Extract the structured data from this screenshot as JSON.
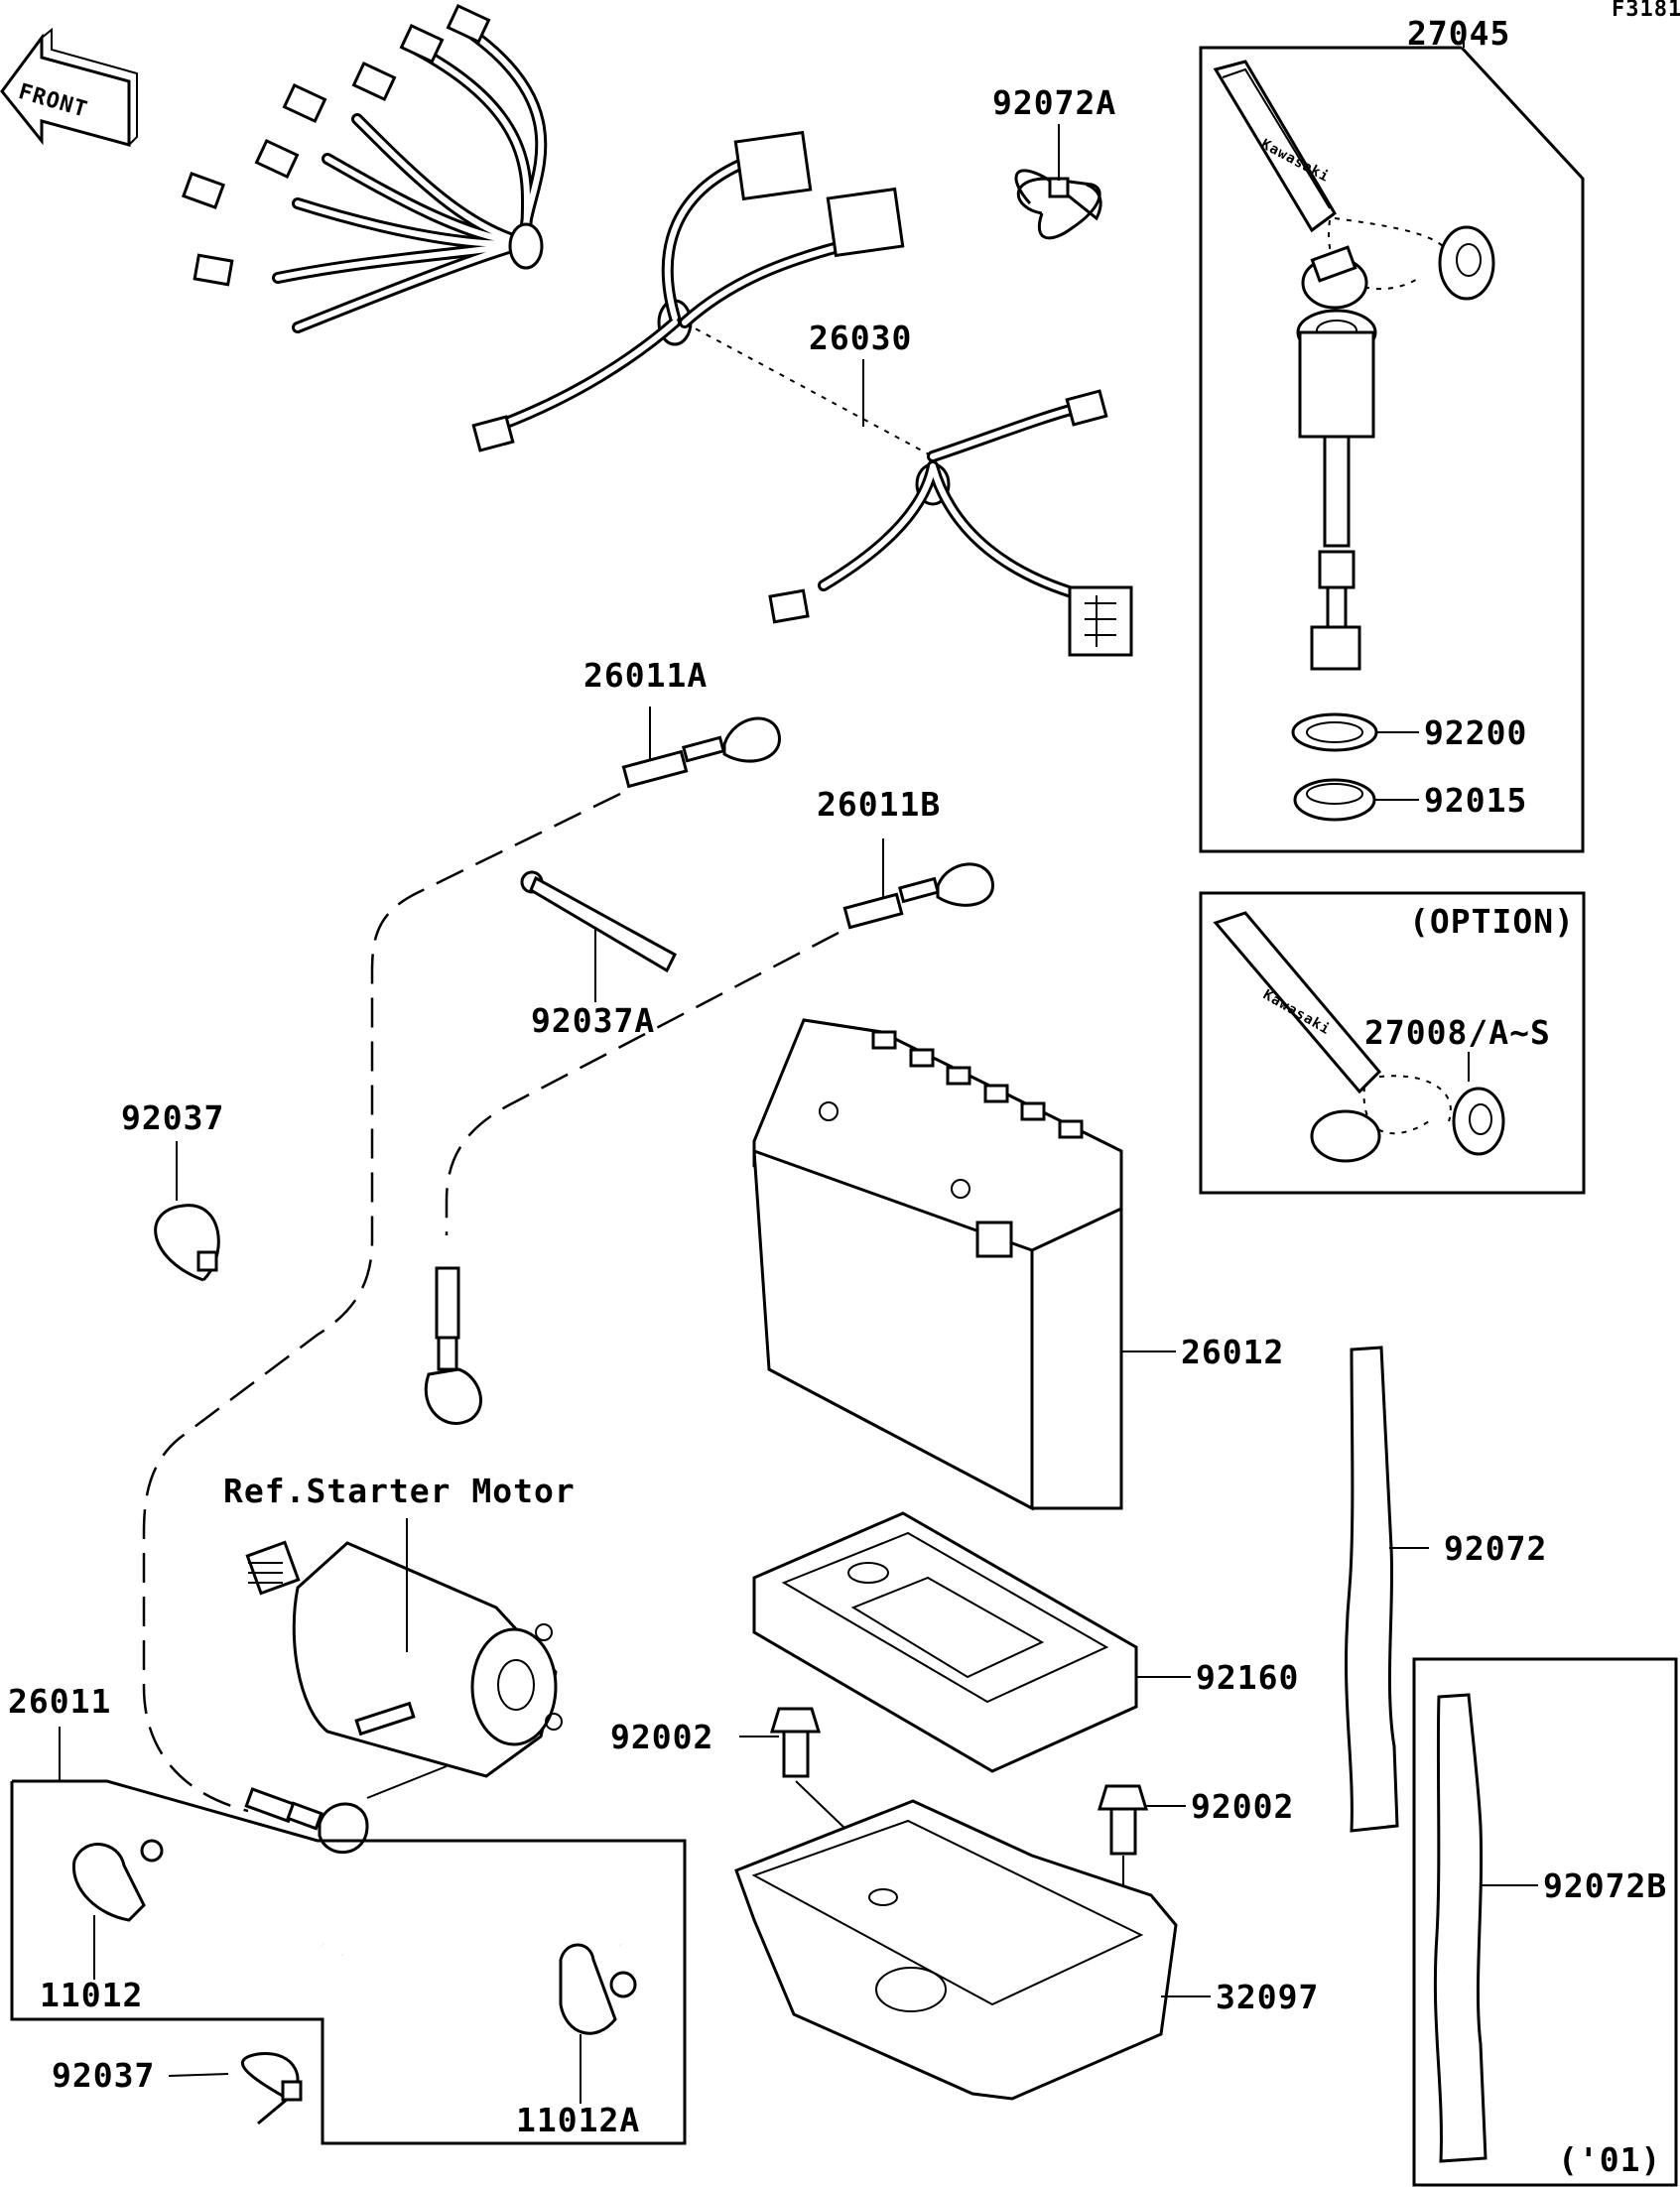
{
  "figure": {
    "ref": "F3181",
    "front_label": "FRONT",
    "note_starter": "Ref.Starter Motor"
  },
  "callouts": {
    "p27045": "27045",
    "p92072A": "92072A",
    "p26030": "26030",
    "p26011A": "26011A",
    "p26011B": "26011B",
    "p92200": "92200",
    "p92015": "92015",
    "option": "(OPTION)",
    "p27008": "27008/A~S",
    "p92037A": "92037A",
    "p92037_top": "92037",
    "p26012": "26012",
    "p92072": "92072",
    "p92160": "92160",
    "p92002_left": "92002",
    "p92002_right": "92002",
    "p92072B": "92072B",
    "p26011": "26011",
    "p11012": "11012",
    "p32097": "32097",
    "p92037_bottom": "92037",
    "p11012A": "11012A",
    "year01": "('01)"
  },
  "key_brand": "Kawasaki"
}
